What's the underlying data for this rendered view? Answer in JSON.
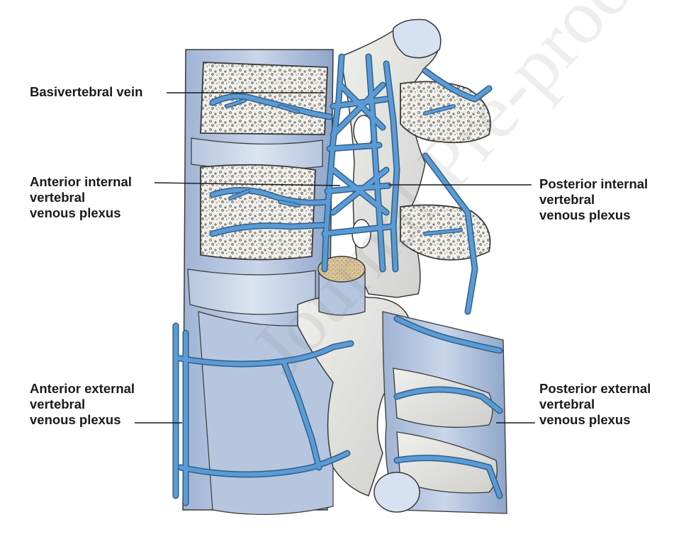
{
  "labels": {
    "basivertebral": [
      "Basivertebral vein"
    ],
    "anterior_internal": [
      "Anterior internal",
      "vertebral",
      "venous plexus"
    ],
    "posterior_internal": [
      "Posterior internal",
      "vertebral",
      "venous plexus"
    ],
    "anterior_external": [
      "Anterior external",
      "vertebral",
      "venous plexus"
    ],
    "posterior_external": [
      "Posterior external",
      "vertebral",
      "venous plexus"
    ]
  },
  "watermark": "Journal Pre-proof",
  "colors": {
    "vein": "#5b9bd5",
    "vein_outline": "#2f5f8a",
    "bone": "#e6e6e3",
    "bone_outline": "#3a3a3a",
    "disc": "#c9d6ea",
    "ligament": "#aabcd8",
    "cancellous": "#f2f0ea",
    "cord": "#d8c39a"
  }
}
